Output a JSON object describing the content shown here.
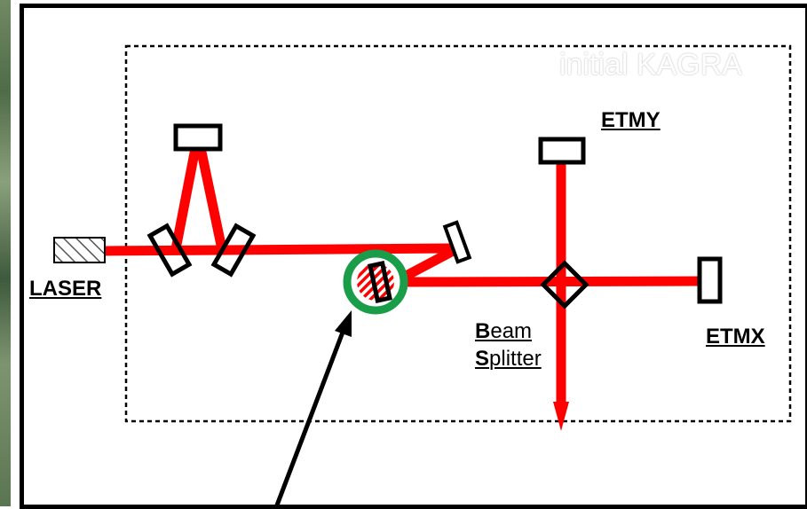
{
  "diagram": {
    "watermark": "initial KAGRA",
    "labels": {
      "laser": "LASER",
      "etmy": "ETMY",
      "etmx": "ETMX",
      "beam_splitter_line1_initial": "B",
      "beam_splitter_line1_rest": "eam",
      "beam_splitter_line2_initial": "S",
      "beam_splitter_line2_rest": "plitter"
    },
    "colors": {
      "beam": "#ff0000",
      "highlight_ring": "#1a9d49",
      "frame": "#000000",
      "background": "#ffffff"
    }
  }
}
